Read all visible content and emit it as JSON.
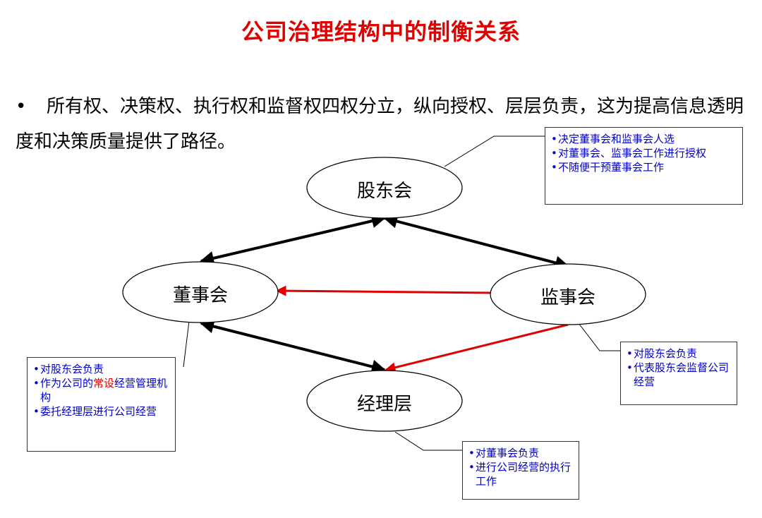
{
  "title": "公司治理结构中的制衡关系",
  "intro": {
    "bullet": "•",
    "text": "所有权、决策权、执行权和监督权四权分立，纵向授权、层层负责，这为提高信息透明度和决策质量提供了路径。"
  },
  "nodes": {
    "shareholders": "股东会",
    "board": "董事会",
    "supervisors": "监事会",
    "managers": "经理层"
  },
  "notes": {
    "shareholders": [
      "决定董事会和监事会人选",
      "对董事会、监事会工作进行授权",
      "不随便干预董事会工作"
    ],
    "board": {
      "item1": "对股东会负责",
      "item2_before": "作为公司的",
      "item2_highlight": "常设",
      "item2_after": "经营管理机构",
      "item3": "委托经理层进行公司经营"
    },
    "supervisors": [
      "对股东会负责",
      "代表股东会监督公司经营"
    ],
    "managers": [
      "对董事会负责",
      "进行公司经营的执行工作"
    ]
  },
  "colors": {
    "title": "#e00000",
    "note_text": "#0000c8",
    "arrow_red": "#e00000",
    "arrow_black": "#000000"
  }
}
